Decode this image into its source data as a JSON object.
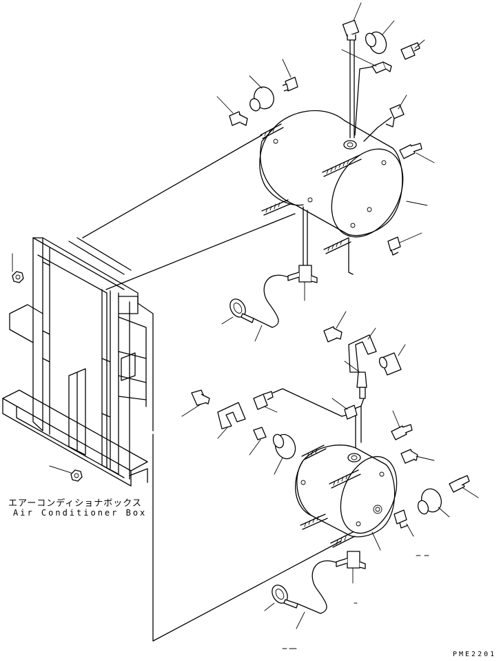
{
  "labels": {
    "component_jp": "エアーコンディショナボックス",
    "component_en": "Air Conditioner Box",
    "drawing_code": "PME2201"
  },
  "colors": {
    "ink": "#000000",
    "paper": "#ffffff"
  }
}
